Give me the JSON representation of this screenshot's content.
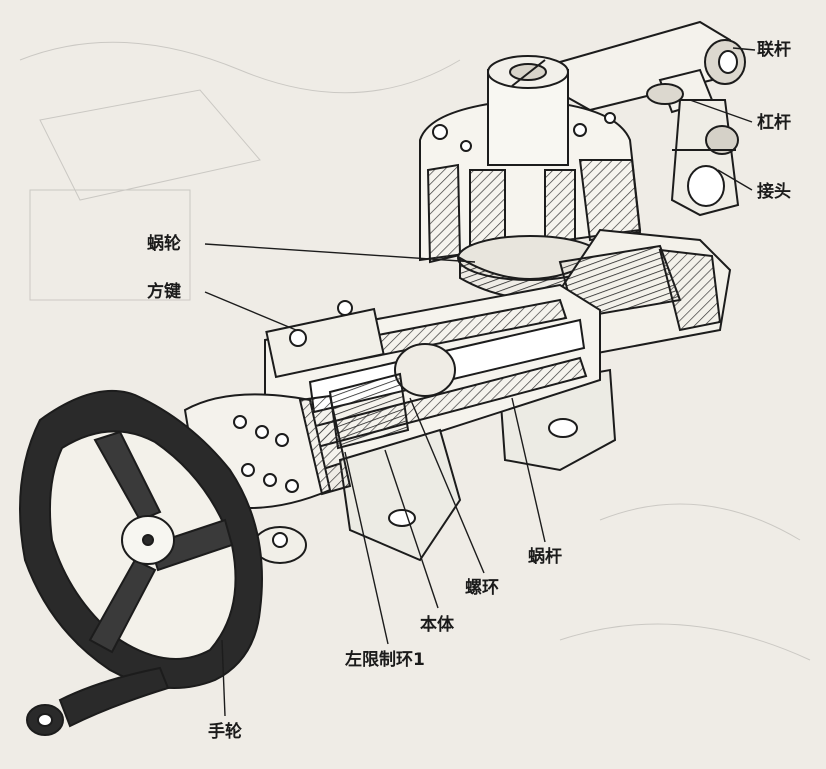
{
  "diagram": {
    "labels": {
      "link_rod": "联杆",
      "lever": "杠杆",
      "joint": "接头",
      "worm_wheel": "蜗轮",
      "square_key": "方键",
      "worm": "蜗杆",
      "screw_ring": "螺环",
      "body": "本体",
      "left_limit_ring": "左限制环1",
      "handwheel": "手轮"
    },
    "colors": {
      "ink": "#1c1c1c",
      "paper": "#efece6",
      "hatch": "#3a3a3a"
    }
  }
}
